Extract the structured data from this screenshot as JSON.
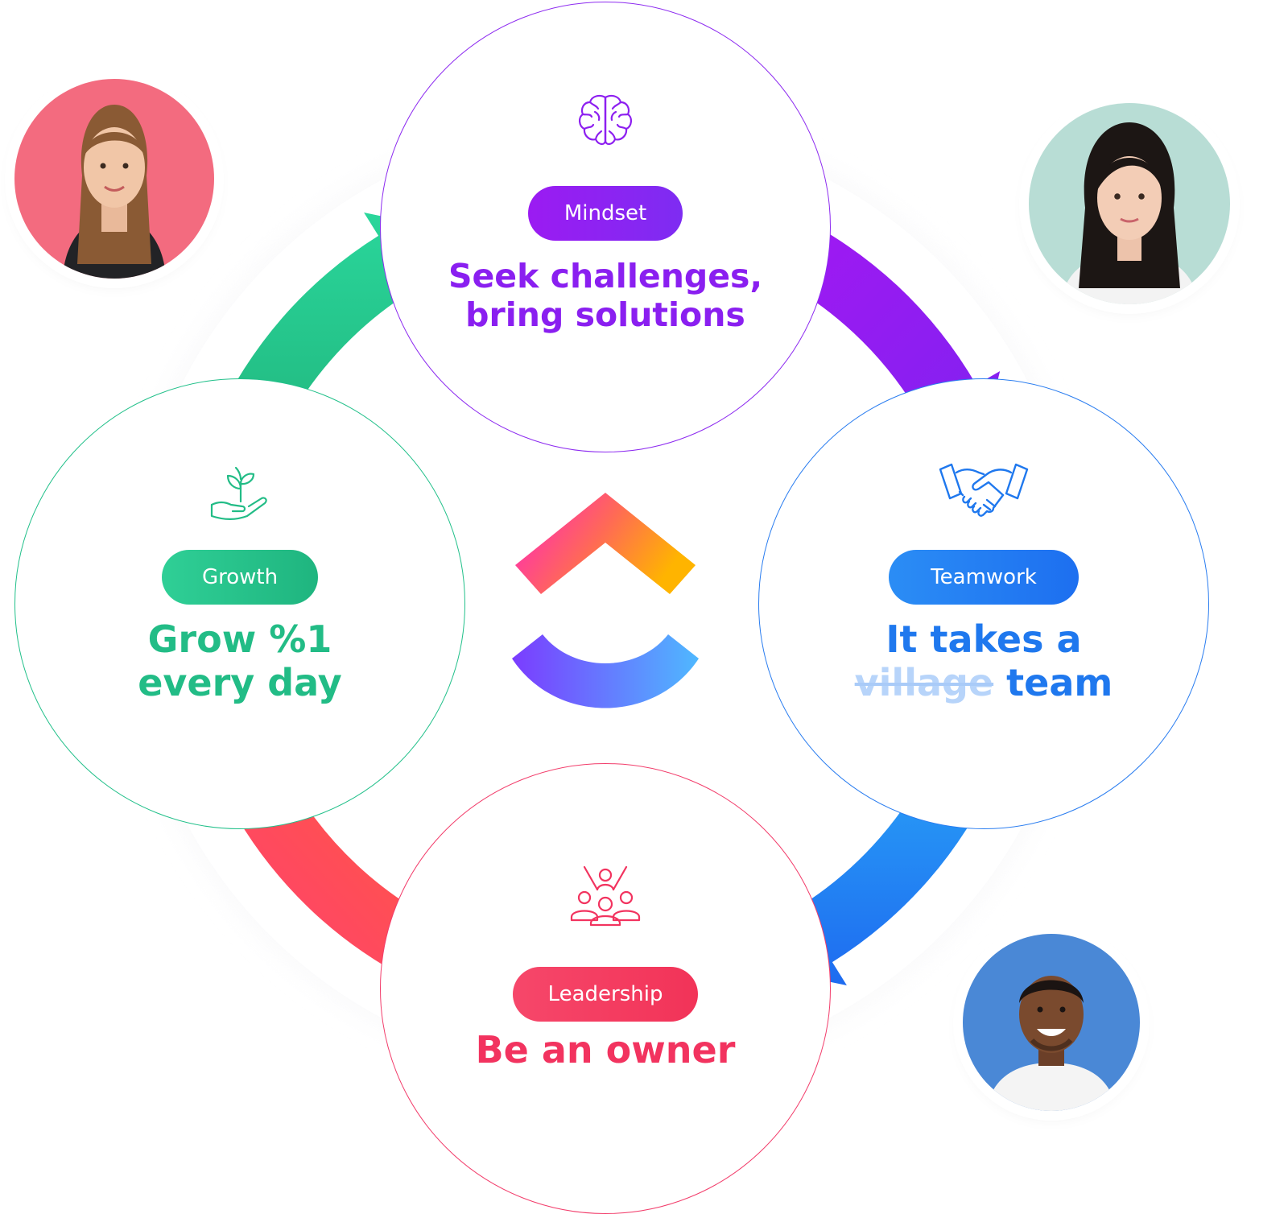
{
  "values": [
    {
      "id": "mindset",
      "label": "Mindset",
      "tagline_lines": [
        "Seek challenges,",
        "bring solutions"
      ],
      "color": "#8d1ff0",
      "icon": "brain-icon"
    },
    {
      "id": "teamwork",
      "label": "Teamwork",
      "tagline_line1": "It takes a",
      "tagline_struck": "village",
      "tagline_end": " team",
      "color": "#1f78ee",
      "icon": "handshake-icon"
    },
    {
      "id": "leadership",
      "label": "Leadership",
      "tagline_lines": [
        "Be an owner"
      ],
      "color": "#f2335f",
      "icon": "team-leader-icon"
    },
    {
      "id": "growth",
      "label": "Growth",
      "tagline_lines": [
        "Grow %1",
        "every day"
      ],
      "color": "#22bc86",
      "icon": "plant-in-hand-icon"
    }
  ],
  "arrow_colors": {
    "mindset_to_teamwork": [
      "#a318f2",
      "#7f22f0"
    ],
    "teamwork_to_leadership": [
      "#29a3f7",
      "#1e6bf0"
    ],
    "leadership_to_growth": [
      "#ff5a3c",
      "#ff3f74"
    ],
    "growth_to_mindset": [
      "#2ad69b",
      "#21b77e"
    ]
  },
  "logo": {
    "icon": "clickup-logo-icon",
    "chevron_colors": [
      "#ff20c8",
      "#ff6a55",
      "#ffb400"
    ],
    "arc_colors": [
      "#7b3cff",
      "#4fb8ff"
    ]
  },
  "avatars": [
    {
      "id": "top-left",
      "icon": "person-photo-icon",
      "bg": "#f36b7f"
    },
    {
      "id": "top-right",
      "icon": "person-photo-icon",
      "bg": "#b8ddd5"
    },
    {
      "id": "bottom-right",
      "icon": "person-photo-icon",
      "bg": "#4a88d6"
    }
  ]
}
